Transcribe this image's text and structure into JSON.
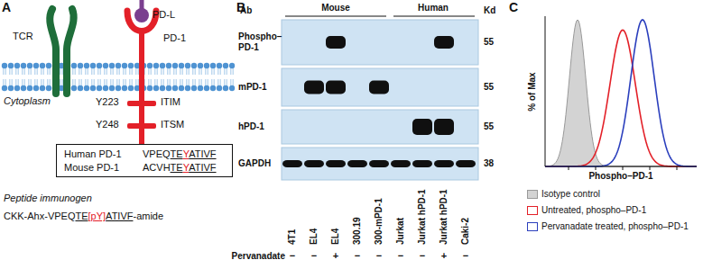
{
  "diagram": {
    "nodes": [
      {
        "text": [
          "Human PD-1",
          "VPEQTEYATIVF",
          "Mouse PD-1",
          "ACVHTEYATIVF"
        ]
      }
    ],
    "labels": [
      "A",
      "TCR",
      "PD-L",
      "PD-1",
      "Cytoplasm",
      "Y223",
      "ITIM",
      "Y248",
      "ITSM",
      "Peptide immunogen",
      "CKK-Ahx-VPEQTE[pY]ATIVF-amide",
      "B",
      "Ab",
      "Mouse",
      "Human",
      "Kd",
      "Phospho– PD-1",
      "mPD-1",
      "hPD-1",
      "GAPDH",
      "55",
      "55",
      "55",
      "38",
      "4T1",
      "EL4",
      "EL4",
      "300.19",
      "300-mPD-1",
      "Jurkat",
      "Jurkat hPD-1",
      "Jurkat hPD-1",
      "Caki-2",
      "Pervanadate",
      "−",
      "−",
      "+",
      "−",
      "−",
      "−",
      "−",
      "+",
      "−",
      "C",
      "% of Max",
      "Phospho–PD-1"
    ],
    "legend": [
      {
        "text": "Isotype control",
        "color": "#d3d3d3"
      },
      {
        "text": "Untreated, phospho–PD-1"
      },
      {
        "text": "Pervanadate treated, phospho–PD-1"
      }
    ]
  }
}
